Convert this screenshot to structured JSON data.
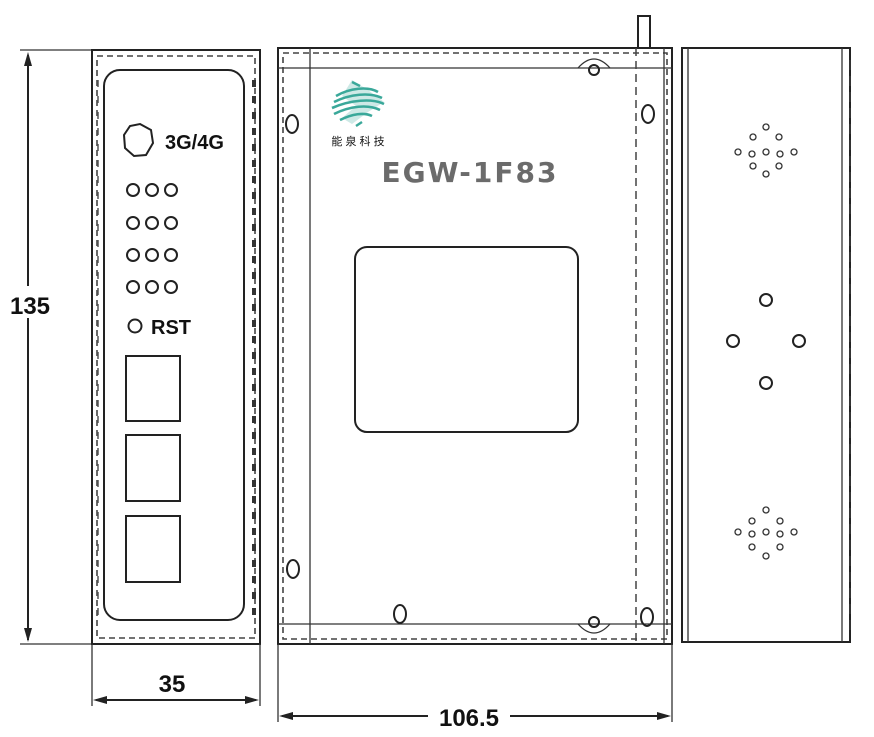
{
  "dimensions": {
    "height": "135",
    "width_front": "35",
    "depth": "106.5"
  },
  "front_panel": {
    "antenna_label": "3G/4G",
    "reset_label": "RST",
    "led_rows": 4,
    "leds_per_row": 3,
    "ports": 3
  },
  "side_panel": {
    "brand_text": "能 泉 科 技",
    "model": "EGW-1F83",
    "brand_color": "#3aa89a"
  }
}
